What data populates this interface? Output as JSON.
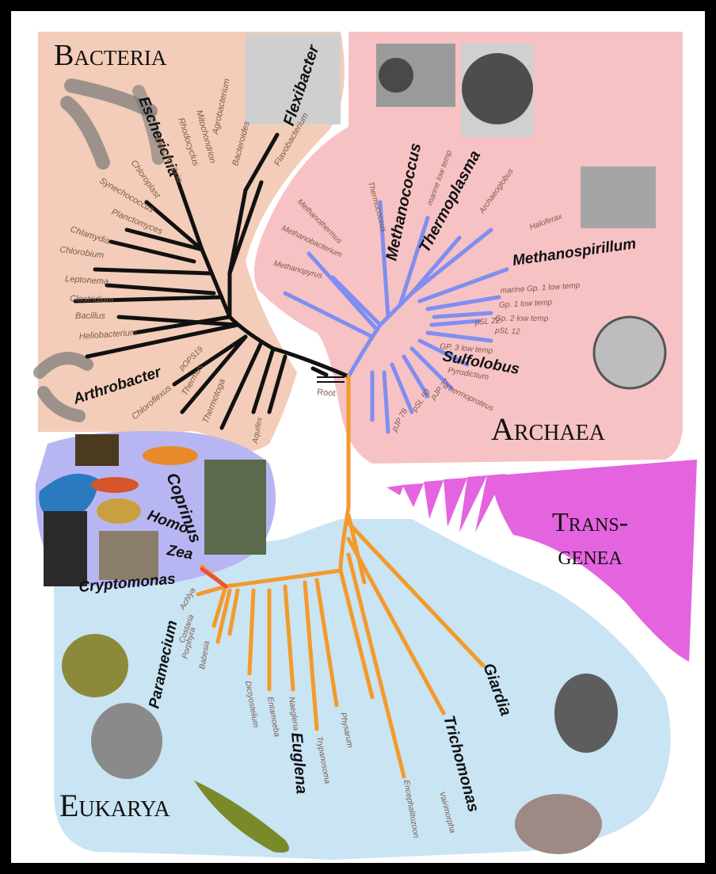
{
  "domains": {
    "bacteria": {
      "title": "Bacteria",
      "major": [
        "Escherichia",
        "Flexibacter",
        "Arthrobacter"
      ],
      "minor": [
        "Chlamydia",
        "Chlorobium",
        "Leptonema",
        "Clostridium",
        "Bacillus",
        "Heliobacterium",
        "Chloroflexus",
        "Thermus",
        "Thermotoga",
        "Aquifex",
        "pOPS19",
        "Synechococcus",
        "Chloroplast",
        "Mitochondrion",
        "Agrobacterium",
        "Desulfovibrio",
        "Rhodocyclus",
        "Planctomyces",
        "Bacteroides",
        "Flavobacterium"
      ]
    },
    "archaea": {
      "title": "Archaea",
      "major": [
        "Methanococcus",
        "Thermoplasma",
        "Methanospirillum",
        "Sulfolobus"
      ],
      "minor": [
        "Methanobacterium",
        "Methanothermus",
        "Methanopyrus",
        "Thermococcus",
        "marine low temp",
        "Archaeoglobus",
        "Haloferax",
        "marine Gp. 1 low temp",
        "Gp. 1 low temp",
        "Gp. 2 low temp",
        "pSL 12",
        "pSL 22",
        "GP. 3 low temp",
        "Pyrodictium",
        "Thermoproteus",
        "pJP 27",
        "pSL 50",
        "pJP 78"
      ]
    },
    "eukarya": {
      "title": "Eukarya",
      "major": [
        "Coprinus",
        "Homo",
        "Zea",
        "Cryptomonas",
        "Paramecium",
        "Euglena",
        "Trichomonas",
        "Giardia"
      ],
      "minor": [
        "Achlya",
        "Costaria",
        "Porphyra",
        "Babesia",
        "Dictyostelium",
        "Entamoeba",
        "Naegleria",
        "Physarum",
        "Trypanosoma",
        "Encephalitozoon",
        "Vairimorpha"
      ]
    },
    "transgenea": {
      "title_line1": "Trans-",
      "title_line2": "genea"
    }
  },
  "root_label": "Root",
  "colors": {
    "bacteria_region": "#f3cdb9",
    "archaea_region": "#f7c2c4",
    "eukarya_region": "#c9e4f3",
    "transgenea_region": "#e463df",
    "coprinus_region": "#b8b6f2",
    "bacteria_tree": "#111111",
    "archaea_tree": "#7f8ef0",
    "eukarya_tree": "#f39a2b",
    "frame": "#000000"
  },
  "icons": [
    "bacteria-rod-photo",
    "archaea-cell-photo",
    "eukarya-organism-photo"
  ]
}
